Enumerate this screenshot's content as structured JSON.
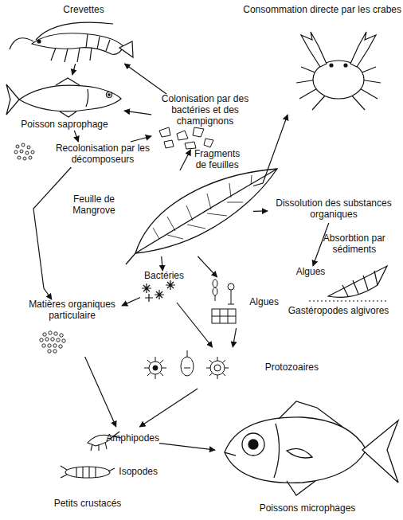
{
  "diagram": {
    "nodes": [
      {
        "text": [
          "Crevettes"
        ]
      },
      {
        "text": [
          "Consommation directe par les crabes"
        ]
      },
      {
        "text": [
          "Poisson saprophage"
        ]
      },
      {
        "text": [
          "Colonisation par des bactéries et des champignons"
        ]
      },
      {
        "text": [
          "Recolonisation par les décomposeurs"
        ]
      },
      {
        "text": [
          "Feuille de Mangrove"
        ]
      },
      {
        "text": [
          "Dissolution des substances organiques"
        ]
      },
      {
        "text": [
          "Algues"
        ]
      },
      {
        "text": [
          "Gastéropodes algivores"
        ]
      },
      {
        "text": [
          "Bactéries"
        ]
      },
      {
        "text": [
          "Algues"
        ]
      },
      {
        "text": [
          "Matières organiques particulaire"
        ]
      },
      {
        "text": [
          "Protozoaires"
        ]
      },
      {
        "text": [
          "Amphipodes"
        ]
      },
      {
        "text": [
          "Isopodes"
        ]
      },
      {
        "text": [
          "Poissons microphages"
        ]
      }
    ],
    "edges": [
      {
        "from": 3,
        "to": 0,
        "arrow": "to"
      },
      {
        "from": 0,
        "to": 2,
        "arrow": "to"
      },
      {
        "from": 3,
        "to": 2,
        "arrow": "to"
      },
      {
        "from": 2,
        "to": 4,
        "arrow": "to"
      },
      {
        "from": 4,
        "to": 3,
        "arrow": "to"
      },
      {
        "from": 5,
        "to": 3,
        "label": "Fragments de feuilles",
        "arrow": "to"
      },
      {
        "from": 5,
        "to": 1,
        "arrow": "to"
      },
      {
        "from": 5,
        "to": 6,
        "arrow": "to"
      },
      {
        "from": 6,
        "to": 7,
        "label": "Absorbtion par sédiments",
        "arrow": "to"
      },
      {
        "from": 5,
        "to": 9,
        "arrow": "to"
      },
      {
        "from": 5,
        "to": 10,
        "arrow": "to"
      },
      {
        "from": 9,
        "to": 12,
        "arrow": "to"
      },
      {
        "from": 10,
        "to": 12,
        "arrow": "to"
      },
      {
        "from": 4,
        "to": 11,
        "arrow": "to"
      },
      {
        "from": 9,
        "to": 11,
        "arrow": "to"
      },
      {
        "from": 11,
        "to": 13,
        "arrow": "to"
      },
      {
        "from": 12,
        "to": 13,
        "arrow": "to"
      },
      {
        "from": 13,
        "to": 15,
        "arrow": "to"
      }
    ],
    "labels": [
      "Petits crustacés"
    ]
  }
}
